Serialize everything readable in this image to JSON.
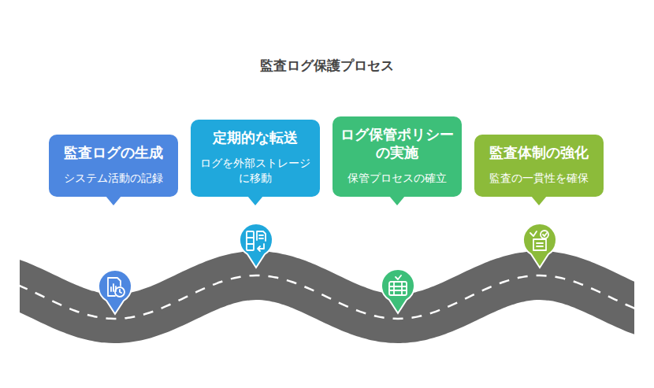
{
  "diagram": {
    "title": "監査ログ保護プロセス",
    "nodes": [
      {
        "text": [
          "監査ログの生成",
          "システム活動の記録"
        ]
      },
      {
        "text": [
          "定期的な転送",
          "ログを外部ストレージに移動"
        ]
      },
      {
        "text": [
          "ログ保管ポリシーの実施",
          "保管プロセスの確立"
        ]
      },
      {
        "text": [
          "監査体制の強化",
          "監査の一貫性を確保"
        ]
      }
    ]
  }
}
